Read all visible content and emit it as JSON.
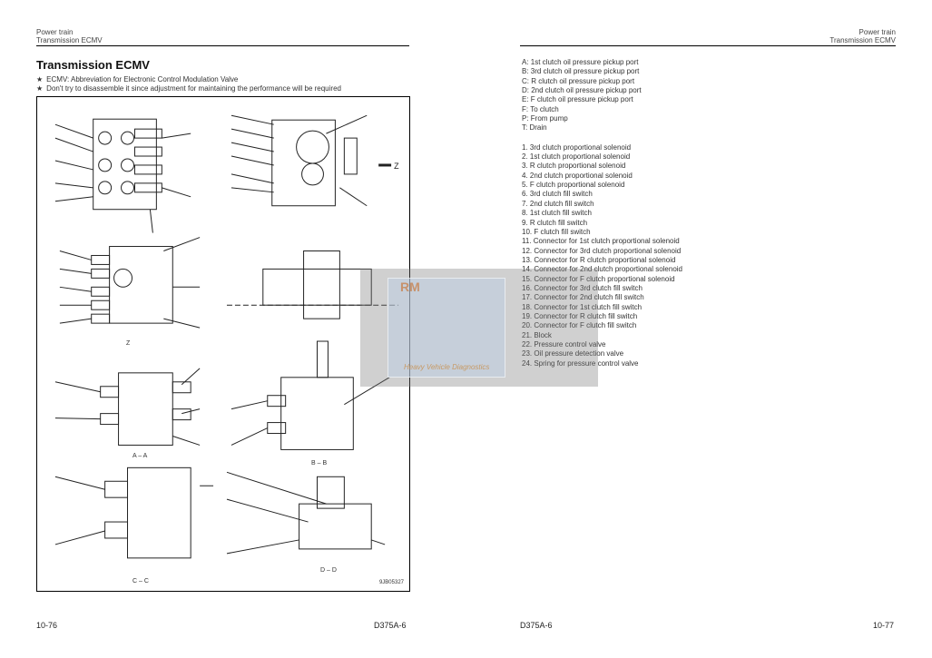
{
  "left_page": {
    "header": {
      "section": "Power train",
      "subsection": "Transmission ECMV"
    },
    "title": "Transmission ECMV",
    "notes": [
      "ECMV: Abbreviation for Electronic Control Modulation Valve",
      "Don't try to disassemble it since adjustment for maintaining the performance will be required"
    ],
    "note_symbol": "★",
    "figure": {
      "views": [
        "Z",
        "A – A",
        "B – B",
        "C – C",
        "D – D"
      ],
      "z_arrow_label": "Z",
      "code": "9JB05327"
    },
    "footer": {
      "page": "10-76",
      "model": "D375A-6"
    }
  },
  "right_page": {
    "header": {
      "section": "Power train",
      "subsection": "Transmission ECMV"
    },
    "legend_letters": [
      "A: 1st clutch oil pressure pickup port",
      "B: 3rd clutch oil pressure pickup port",
      "C: R clutch oil pressure pickup port",
      "D: 2nd clutch oil pressure pickup port",
      "E: F clutch oil pressure pickup port",
      "F: To clutch",
      "P: From pump",
      "T: Drain"
    ],
    "legend_numbers": [
      "1. 3rd clutch proportional solenoid",
      "2. 1st clutch proportional solenoid",
      "3. R clutch proportional solenoid",
      "4. 2nd clutch proportional solenoid",
      "5. F clutch proportional solenoid",
      "6. 3rd clutch fill switch",
      "7. 2nd clutch fill switch",
      "8. 1st clutch fill switch",
      "9. R clutch fill switch",
      "10. F clutch fill switch",
      "11. Connector for 1st clutch proportional solenoid",
      "12. Connector for 3rd clutch proportional solenoid",
      "13. Connector for R clutch proportional solenoid",
      "14. Connector for 2nd clutch proportional solenoid",
      "15. Connector for F clutch proportional solenoid",
      "16. Connector for 3rd clutch fill switch",
      "17. Connector for 2nd clutch fill switch",
      "18. Connector for 1st clutch fill switch",
      "19. Connector for R clutch fill switch",
      "20. Connector for F clutch fill switch",
      "21. Block",
      "22. Pressure control valve",
      "23. Oil pressure detection valve",
      "24. Spring for pressure control valve"
    ],
    "footer": {
      "model": "D375A-6",
      "page": "10-77"
    }
  },
  "watermark": {
    "logo": "RM",
    "text": "Heavy Vehicle Diagnostics"
  }
}
